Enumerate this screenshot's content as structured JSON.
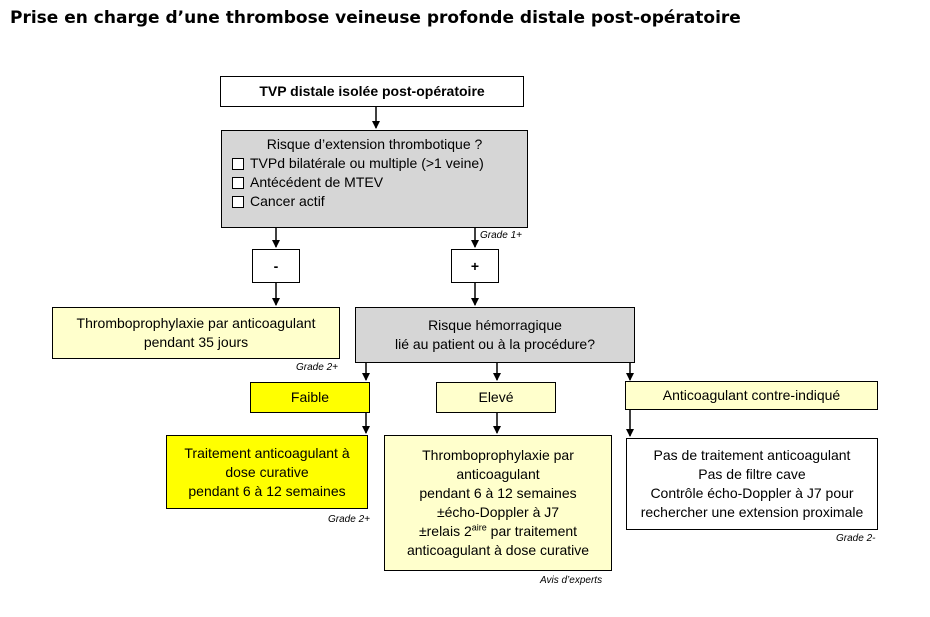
{
  "title": "Prise en charge d’une thrombose veineuse profonde distale post-opératoire",
  "start_box": "TVP distale isolée post-opératoire",
  "risk_box": {
    "title": "Risque d’extension thrombotique ?",
    "items": [
      "TVPd bilatérale ou multiple (>1 veine)",
      "Antécédent de MTEV",
      "Cancer actif"
    ]
  },
  "minus_label": "-",
  "plus_label": "+",
  "grade_1plus": "Grade 1+",
  "thromboprophylaxie_box": {
    "line1": "Thromboprophylaxie par anticoagulant",
    "line2": "pendant 35 jours"
  },
  "grade_2plus_a": "Grade 2+",
  "hemorrhagic_box": {
    "line1": "Risque hémorragique",
    "line2": "lié au patient ou à la procédure?"
  },
  "faible_label": "Faible",
  "eleve_label": "Elevé",
  "contre_indique_label": "Anticoagulant contre-indiqué",
  "curative_box": {
    "line1": "Traitement anticoagulant à",
    "line2": "dose curative",
    "line3": "pendant 6 à 12 semaines"
  },
  "grade_2plus_b": "Grade 2+",
  "eleve_treatment_box": {
    "line1": "Thromboprophylaxie par",
    "line2": "anticoagulant",
    "line3": "pendant 6 à 12 semaines",
    "line4": "±écho-Doppler à J7",
    "line5_pre": "±relais 2",
    "line5_sup": "aire",
    "line5_post": " par traitement",
    "line6": "anticoagulant à dose curative"
  },
  "avis_experts": "Avis d’experts",
  "contre_treatment_box": {
    "line1": "Pas de traitement anticoagulant",
    "line2": "Pas de filtre cave",
    "line3": "Contrôle écho-Doppler à J7 pour",
    "line4": "rechercher une extension proximale"
  },
  "grade_2minus": "Grade 2-"
}
